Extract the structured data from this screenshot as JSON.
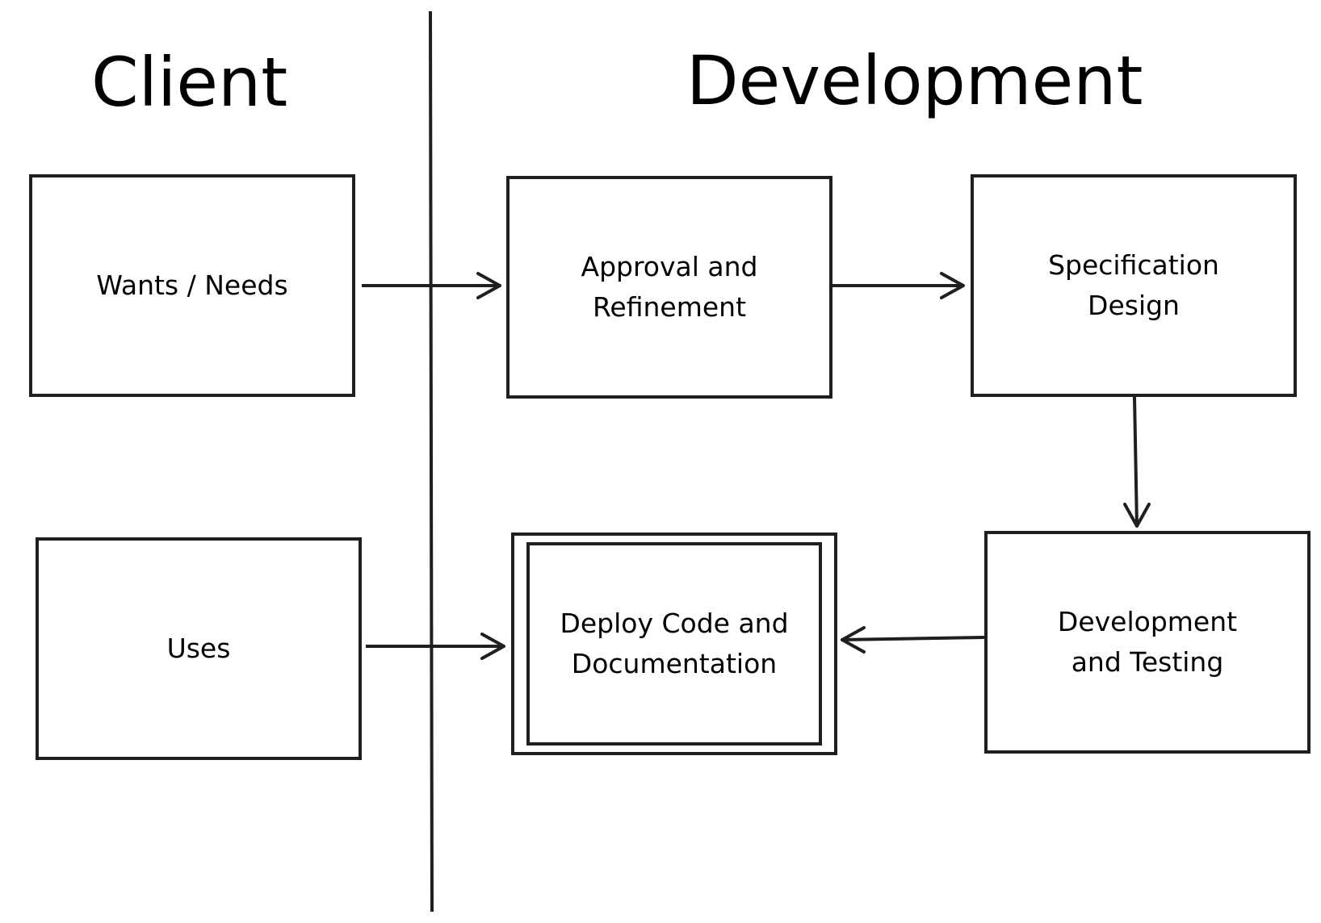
{
  "headings": {
    "left": "Client",
    "right": "Development"
  },
  "boxes": {
    "wants_needs": {
      "line1": "Wants / Needs"
    },
    "uses": {
      "line1": "Uses"
    },
    "approval": {
      "line1": "Approval and",
      "line2": "Refinement"
    },
    "specification": {
      "line1": "Specification",
      "line2": "Design"
    },
    "development_testing": {
      "line1": "Development",
      "line2": "and Testing"
    },
    "deploy": {
      "line1": "Deploy Code and",
      "line2": "Documentation",
      "style": "double-border"
    }
  },
  "edges": [
    {
      "from": "Wants / Needs",
      "to": "Approval and Refinement"
    },
    {
      "from": "Approval and Refinement",
      "to": "Specification Design"
    },
    {
      "from": "Specification Design",
      "to": "Development and Testing"
    },
    {
      "from": "Development and Testing",
      "to": "Deploy Code and Documentation"
    },
    {
      "from": "Uses",
      "to": "Deploy Code and Documentation"
    }
  ],
  "colors": {
    "stroke": "#1f1f1f",
    "background": "#ffffff",
    "text": "#000000"
  }
}
